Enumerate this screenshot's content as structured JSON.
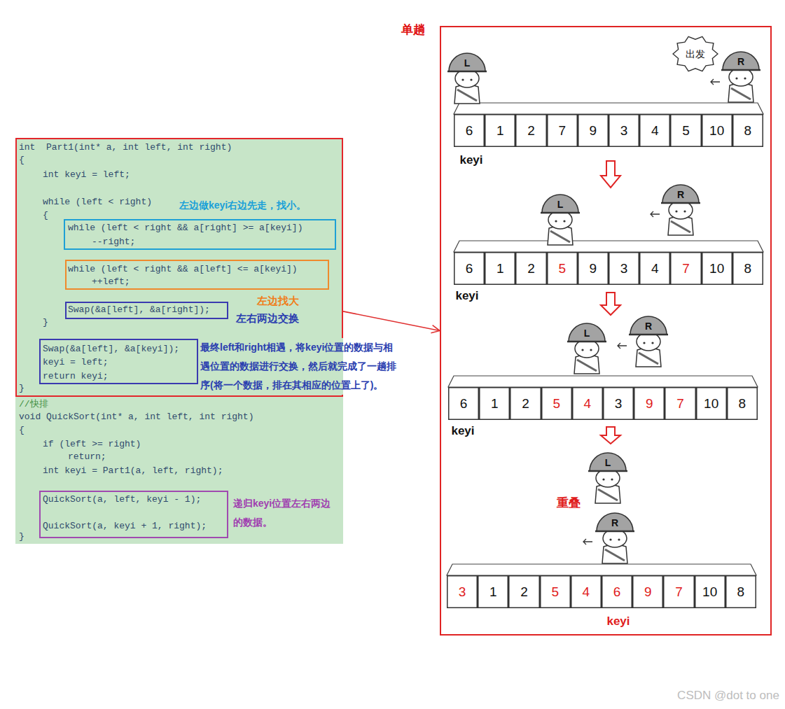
{
  "diagram": {
    "nodes": [
      {
        "text": [
          "//快排",
          "void QuickSort(int* a, int left, int right)",
          "{",
          "if (left >= right)",
          "return;",
          "int keyi = Part1(a, left, right);",
          "}"
        ]
      },
      {
        "text": [
          "int  Part1(int* a, int left, int right)",
          "{",
          "int keyi = left;",
          "while (left < right)",
          "{",
          "}",
          "}"
        ],
        "in": 0
      },
      {
        "text": [
          "while (left < right && a[right] >= a[keyi])",
          "--right;"
        ],
        "in": 1
      },
      {
        "text": [
          "while (left < right && a[left] <= a[keyi])",
          "++left;"
        ],
        "in": 1
      },
      {
        "text": [
          "Swap(&a[left], &a[right]);"
        ],
        "in": 1
      },
      {
        "text": [
          "Swap(&a[left], &a[keyi]);",
          "keyi = left;",
          "return keyi;"
        ],
        "in": 1
      },
      {
        "text": [
          "QuickSort(a, left, keyi - 1);",
          "QuickSort(a, keyi + 1, right);"
        ],
        "in": 0
      },
      {
        "text": [
          "单趟"
        ]
      },
      {
        "text": [
          "出发"
        ],
        "in": 7
      },
      {
        "text": [
          "6"
        ],
        "in": 7
      },
      {
        "text": [
          "1"
        ],
        "in": 7
      },
      {
        "text": [
          "2"
        ],
        "in": 7
      },
      {
        "text": [
          "7"
        ],
        "in": 7
      },
      {
        "text": [
          "9"
        ],
        "in": 7
      },
      {
        "text": [
          "3"
        ],
        "in": 7
      },
      {
        "text": [
          "4"
        ],
        "in": 7
      },
      {
        "text": [
          "5"
        ],
        "in": 7
      },
      {
        "text": [
          "10"
        ],
        "in": 7
      },
      {
        "text": [
          "8"
        ],
        "in": 7
      },
      {
        "text": [
          "6"
        ],
        "in": 7
      },
      {
        "text": [
          "1"
        ],
        "in": 7
      },
      {
        "text": [
          "2"
        ],
        "in": 7
      },
      {
        "text": [
          "5"
        ],
        "in": 7
      },
      {
        "text": [
          "9"
        ],
        "in": 7
      },
      {
        "text": [
          "3"
        ],
        "in": 7
      },
      {
        "text": [
          "4"
        ],
        "in": 7
      },
      {
        "text": [
          "7"
        ],
        "in": 7
      },
      {
        "text": [
          "10"
        ],
        "in": 7
      },
      {
        "text": [
          "8"
        ],
        "in": 7
      },
      {
        "text": [
          "6"
        ],
        "in": 7
      },
      {
        "text": [
          "1"
        ],
        "in": 7
      },
      {
        "text": [
          "2"
        ],
        "in": 7
      },
      {
        "text": [
          "5"
        ],
        "in": 7
      },
      {
        "text": [
          "4"
        ],
        "in": 7
      },
      {
        "text": [
          "3"
        ],
        "in": 7
      },
      {
        "text": [
          "9"
        ],
        "in": 7
      },
      {
        "text": [
          "7"
        ],
        "in": 7
      },
      {
        "text": [
          "10"
        ],
        "in": 7
      },
      {
        "text": [
          "8"
        ],
        "in": 7
      },
      {
        "text": [
          "3"
        ],
        "in": 7
      },
      {
        "text": [
          "1"
        ],
        "in": 7
      },
      {
        "text": [
          "2"
        ],
        "in": 7
      },
      {
        "text": [
          "5"
        ],
        "in": 7
      },
      {
        "text": [
          "4"
        ],
        "in": 7
      },
      {
        "text": [
          "6"
        ],
        "in": 7
      },
      {
        "text": [
          "9"
        ],
        "in": 7
      },
      {
        "text": [
          "7"
        ],
        "in": 7
      },
      {
        "text": [
          "10"
        ],
        "in": 7
      },
      {
        "text": [
          "8"
        ],
        "in": 7
      }
    ],
    "edges": [
      {
        "from": 1,
        "to": 7,
        "arrow": "to"
      }
    ],
    "labels": [
      "左边做keyi右边先走，找小。",
      "左边找大",
      "左右两边交换",
      "最终left和right相遇，将keyi位置的数据与相遇位置的数据进行交换，然后就完成了一趟排序(将一个数据，排在其相应的位置上了)。",
      "递归keyi位置左右两边的数据。",
      "L",
      "R",
      "keyi",
      "L",
      "R",
      "keyi",
      "L",
      "R",
      "keyi",
      "L",
      "重叠",
      "R",
      "keyi",
      "CSDN @dot to one"
    ]
  }
}
